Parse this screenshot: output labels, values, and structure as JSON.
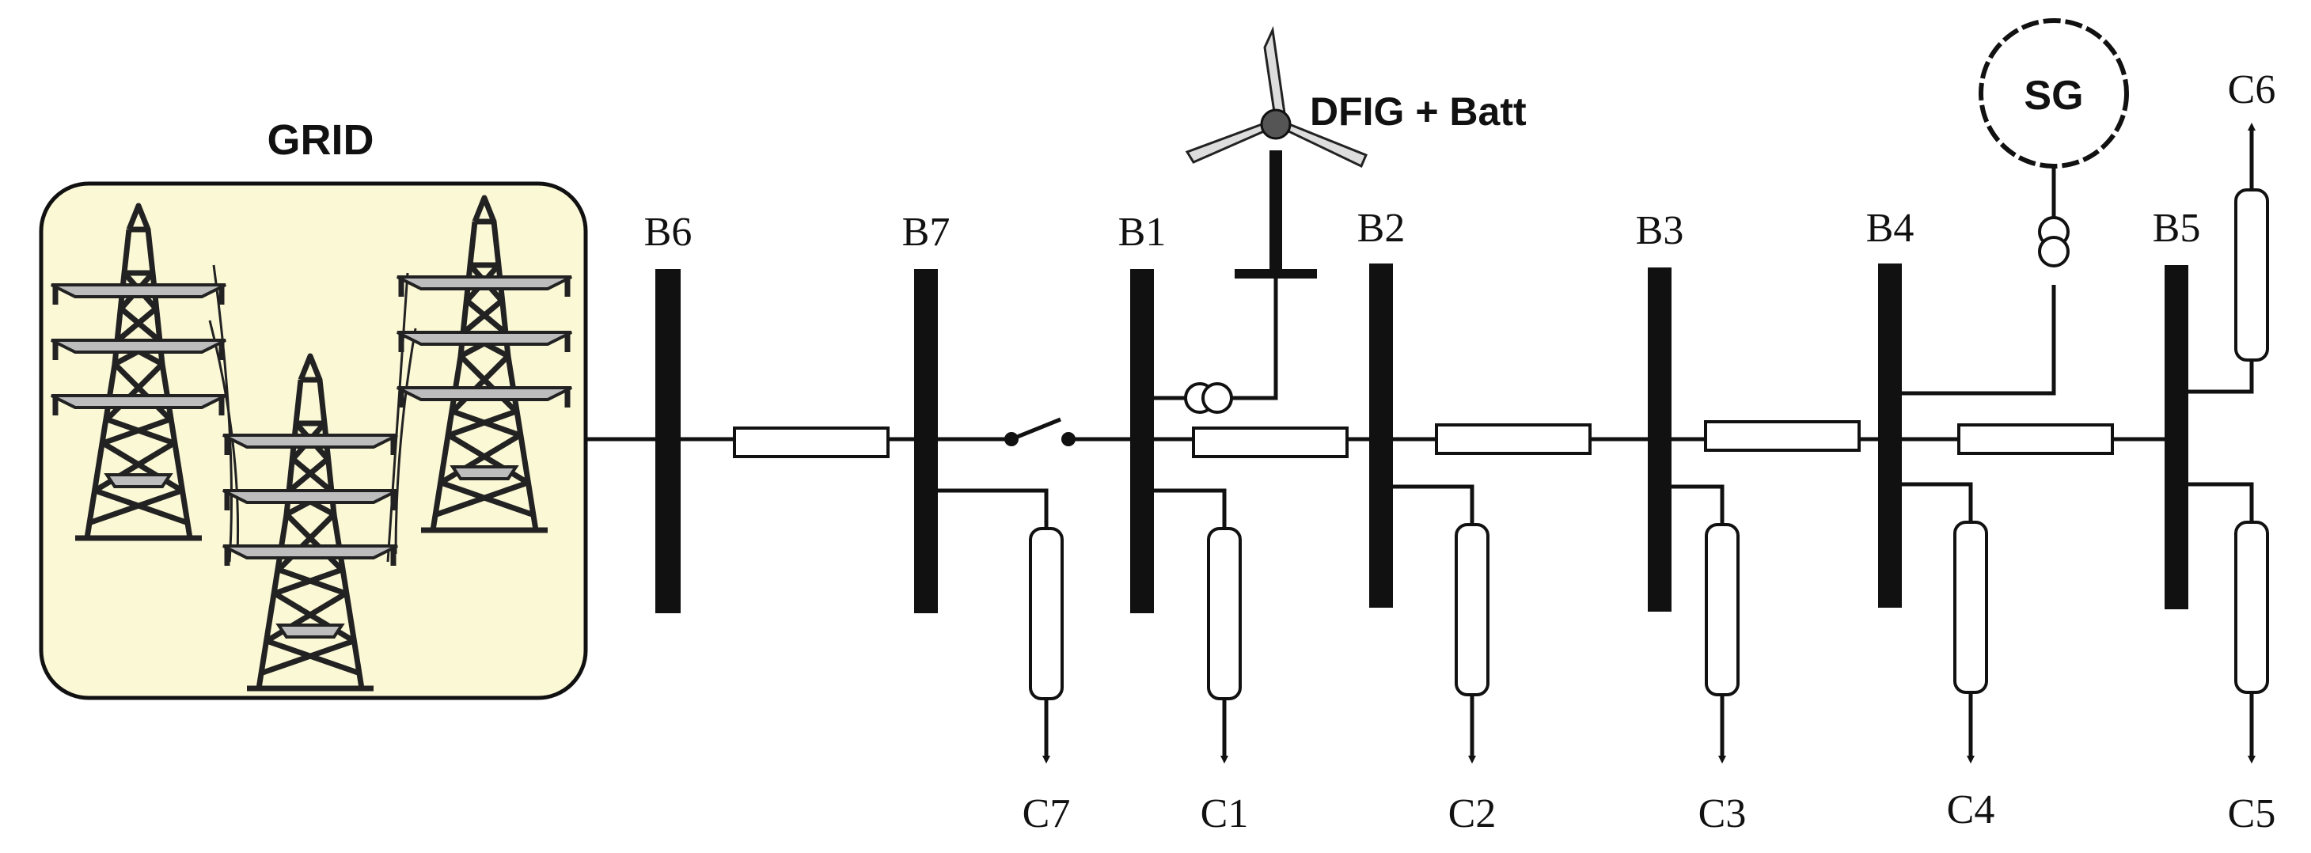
{
  "grid": {
    "label": "GRID",
    "background": "#fbf8d6"
  },
  "buses": [
    {
      "id": "B6",
      "label": "B6"
    },
    {
      "id": "B7",
      "label": "B7"
    },
    {
      "id": "B1",
      "label": "B1"
    },
    {
      "id": "B2",
      "label": "B2"
    },
    {
      "id": "B3",
      "label": "B3"
    },
    {
      "id": "B4",
      "label": "B4"
    },
    {
      "id": "B5",
      "label": "B5"
    }
  ],
  "loads": [
    {
      "id": "C7",
      "label": "C7"
    },
    {
      "id": "C1",
      "label": "C1"
    },
    {
      "id": "C2",
      "label": "C2"
    },
    {
      "id": "C3",
      "label": "C3"
    },
    {
      "id": "C4",
      "label": "C4"
    },
    {
      "id": "C5",
      "label": "C5"
    },
    {
      "id": "C6",
      "label": "C6"
    }
  ],
  "dfig": {
    "label": "DFIG + Batt"
  },
  "sg": {
    "label": "SG"
  },
  "colors": {
    "line": "#111111",
    "turbine_blade": "#dddddd",
    "tower_crossarm": "#bdbdbd"
  }
}
